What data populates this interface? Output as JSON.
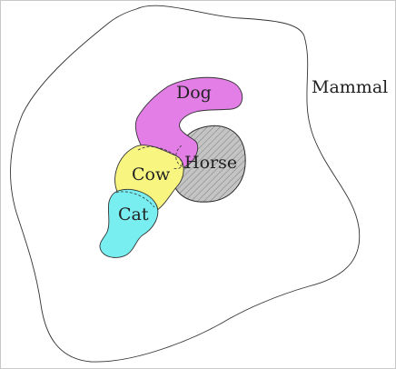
{
  "diagram": {
    "sets": [
      {
        "id": "mammal",
        "label": "Mammal",
        "fill": "#ffffff"
      },
      {
        "id": "dog",
        "label": "Dog",
        "fill": "#e27ee6"
      },
      {
        "id": "horse",
        "label": "Horse",
        "fill": "#c4c4c4"
      },
      {
        "id": "cow",
        "label": "Cow",
        "fill": "#f8f580"
      },
      {
        "id": "cat",
        "label": "Cat",
        "fill": "#78eef0"
      }
    ],
    "label_color": "#222222",
    "outline_color": "#333333"
  }
}
